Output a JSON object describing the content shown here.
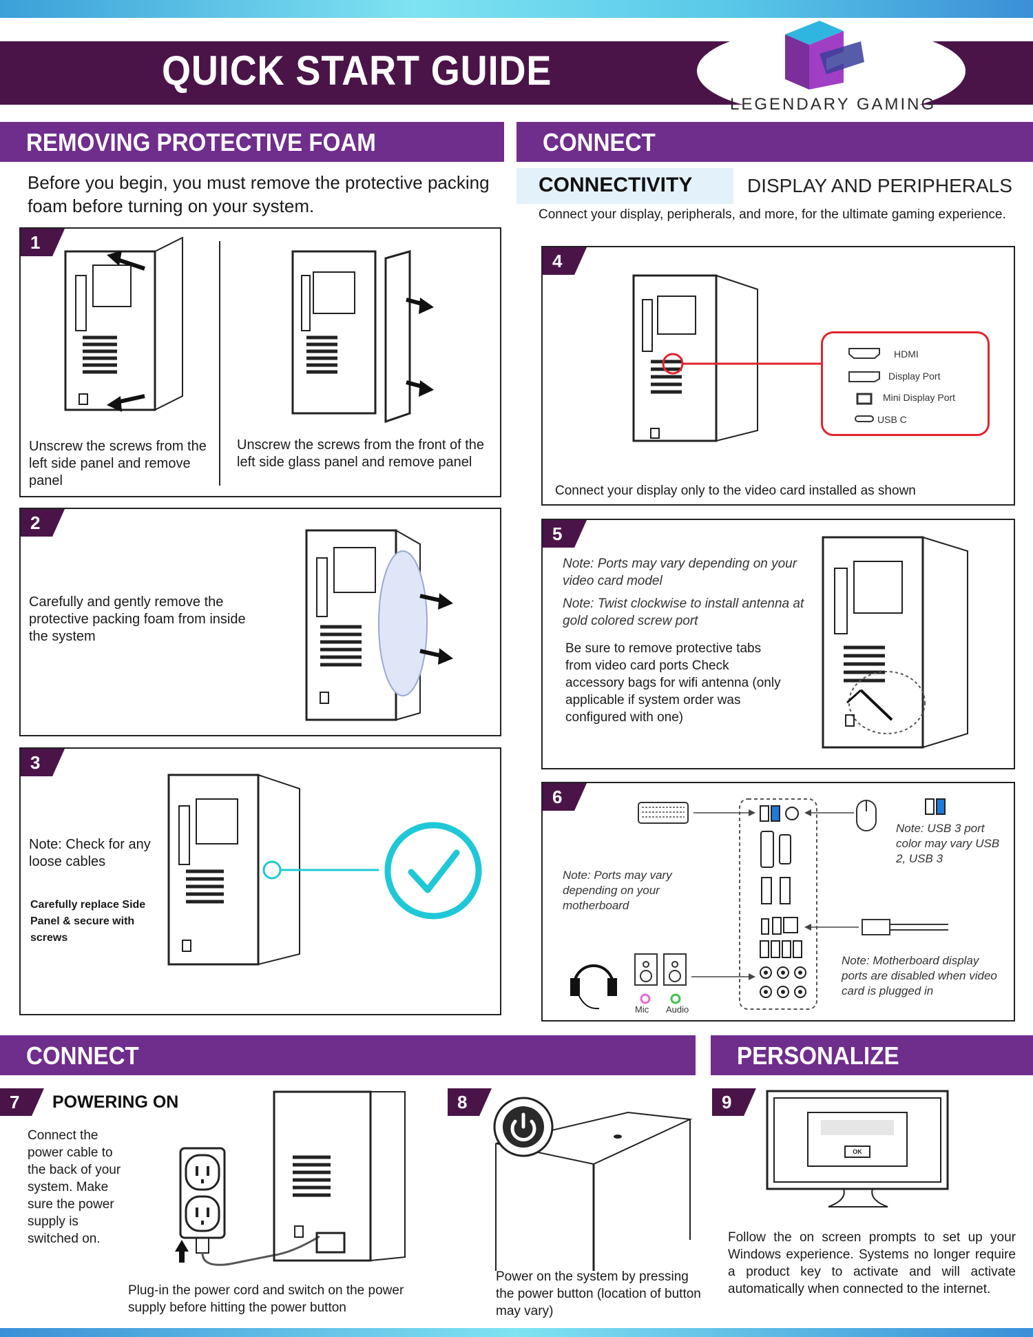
{
  "header": {
    "title": "QUICK START GUIDE",
    "brand": "LEGENDARY GAMING"
  },
  "foam": {
    "heading": "REMOVING PROTECTIVE FOAM",
    "intro": "Before you begin, you must remove the protective packing foam before turning on your system.",
    "step1": {
      "num": "1",
      "left_text": "Unscrew the screws from the left side panel and remove panel",
      "right_text": "Unscrew the screws from the front of the left side glass panel and remove panel"
    },
    "step2": {
      "num": "2",
      "text": "Carefully and gently remove the protective packing foam from inside the system"
    },
    "step3": {
      "num": "3",
      "note": "Note: Check for any loose cables",
      "replace": "Carefully replace Side Panel & secure with screws"
    }
  },
  "connect": {
    "heading": "CONNECT",
    "tab_active": "CONNECTIVITY",
    "tab_other": "DISPLAY AND PERIPHERALS",
    "intro": "Connect your display, peripherals, and more, for the ultimate gaming experience.",
    "step4": {
      "num": "4",
      "ports": [
        "HDMI",
        "Display Port",
        "Mini Display Port",
        "USB C"
      ],
      "caption": "Connect your display only to the video card installed as shown"
    },
    "step5": {
      "num": "5",
      "note1": "Note: Ports may vary depending on your video card model",
      "note2": "Note: Twist clockwise to install antenna at gold colored screw port",
      "text": "Be sure to remove protective tabs from video card ports Check accessory bags for wifi antenna (only applicable if system order was configured with one)"
    },
    "step6": {
      "num": "6",
      "note_usb": "Note: USB 3 port color may vary USB 2, USB 3",
      "note_mb": "Note: Ports may vary depending on your motherboard",
      "note_display": "Note: Motherboard display ports are disabled when video card is plugged in",
      "mic": "Mic",
      "audio": "Audio"
    }
  },
  "connect2": {
    "heading": "CONNECT",
    "step7": {
      "num": "7",
      "title": "POWERING ON",
      "text": "Connect the power cable to the back of your system. Make sure the power supply is switched on.",
      "caption": "Plug-in the power cord and switch on the power supply before hitting the power button"
    },
    "step8": {
      "num": "8",
      "caption": "Power on the system by pressing the power button (location of button may vary)"
    }
  },
  "personalize": {
    "heading": "PERSONALIZE",
    "step9": {
      "num": "9",
      "ok": "OK",
      "text": "Follow the on screen prompts to set up your Windows experience. Systems no longer require a product key to activate and will activate automatically when connected to the internet."
    }
  },
  "colors": {
    "header_bg": "#4a1449",
    "section_bg": "#6f2d8c",
    "accent_cyan": "#1fc8d8",
    "callout_red": "#e0242c"
  }
}
